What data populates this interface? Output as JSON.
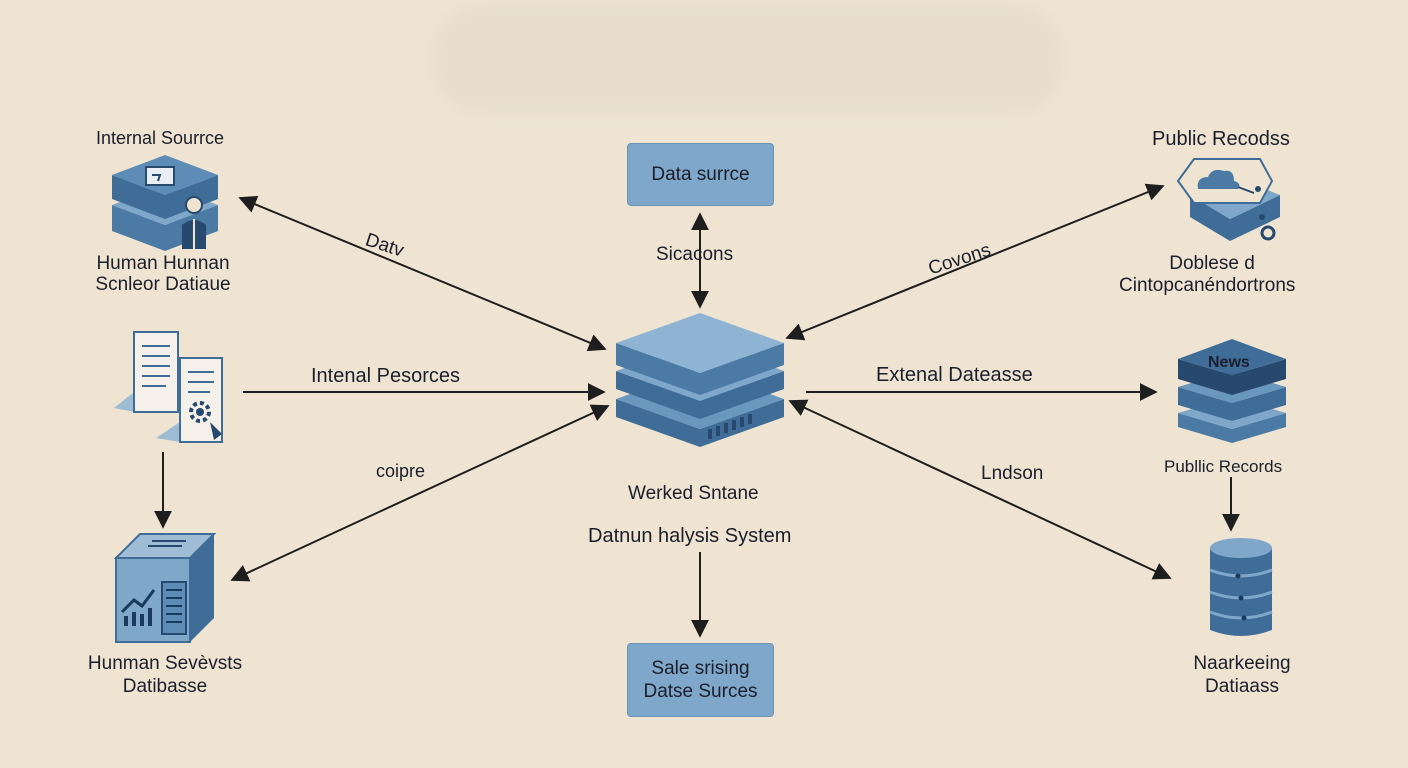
{
  "diagram": {
    "colors": {
      "background": "#efe4d2",
      "box_fill": "#7fa7c9",
      "icon_dark": "#3f6d98",
      "icon_light": "#7fa7c9",
      "arrow": "#1e1e1e"
    },
    "top_box": "Data surrce",
    "top_arrow_label": "Sicacons",
    "center_node": {
      "line1": "Werked Sntane",
      "line2": "Datnun halysis System",
      "icon": "server-stack-icon"
    },
    "bottom_box": {
      "line1": "Sale srising",
      "line2": "Datse Surces"
    },
    "left_top": {
      "title": "Internal Sourrce",
      "line1": "Human Hunnan",
      "line2": "Scnleor Datiaue",
      "icon": "user-database-icon"
    },
    "left_mid": {
      "icon": "documents-gear-icon"
    },
    "left_bottom": {
      "line1": "Hunman Sevèvsts",
      "line2": "Datibasse",
      "icon": "report-cube-icon"
    },
    "right_top": {
      "title": "Public Recodss",
      "line1": "Doblese d",
      "line2": "Cintopcanéndortrons",
      "icon": "cloud-database-icon"
    },
    "right_mid": {
      "icon_text": "News",
      "caption": "Publlic Records",
      "icon": "news-stack-icon"
    },
    "right_bottom": {
      "line1": "Naarkeeing",
      "line2": "Datiaass",
      "icon": "cylinder-database-icon"
    },
    "arrow_labels": {
      "datv": "Datv",
      "internal": "Intenal Pesorces",
      "coipre": "coipre",
      "covons": "Covons",
      "external": "Extenal Dateasse",
      "lndson": "Lndson"
    }
  }
}
